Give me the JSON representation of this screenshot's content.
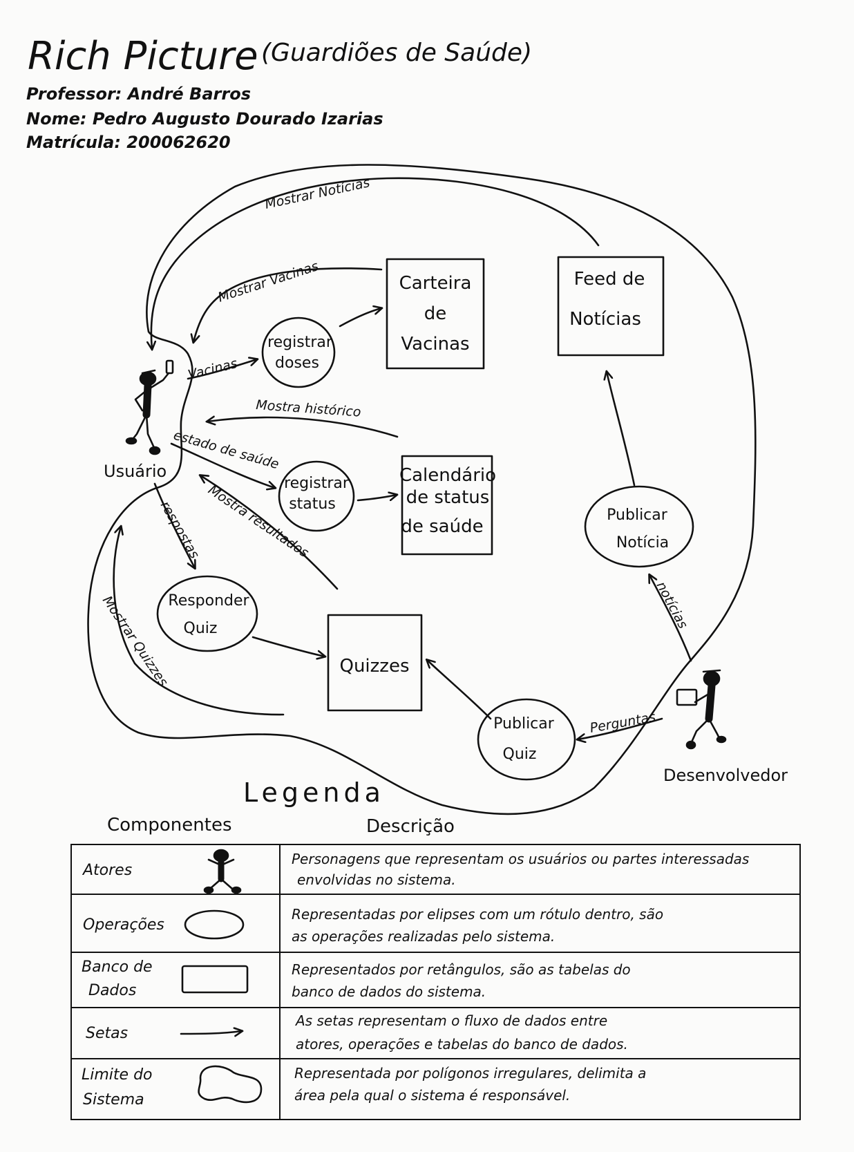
{
  "header": {
    "title": "Rich Picture",
    "subtitle": "(Guardiões de Saúde)",
    "professor": "Professor: André Barros",
    "nome": "Nome: Pedro Augusto Dourado Izarias",
    "matricula": "Matrícula: 200062620"
  },
  "actors": {
    "usuario": "Usuário",
    "desenvolvedor": "Desenvolvedor"
  },
  "databases": {
    "carteira": [
      "Carteira",
      "de",
      "Vacinas"
    ],
    "feed": [
      "Feed de",
      "Notícias"
    ],
    "calendario": [
      "Calendário",
      "de status",
      "de saúde"
    ],
    "quizzes": [
      "Quizzes"
    ]
  },
  "operations": {
    "registrar_doses": [
      "registrar",
      "doses"
    ],
    "registrar_status": [
      "registrar",
      "status"
    ],
    "responder_quiz": [
      "Responder",
      "Quiz"
    ],
    "publicar_noticia": [
      "Publicar",
      "Notícia"
    ],
    "publicar_quiz": [
      "Publicar",
      "Quiz"
    ]
  },
  "flows": {
    "mostrar_noticias": "Mostrar Notícias",
    "mostrar_vacinas": "Mostrar Vacinas",
    "vacinas": "Vacinas",
    "mostra_historico": "Mostra histórico",
    "estado_de_saude": "estado de saúde",
    "mostra_resultados": "Mostra resultados",
    "respostas": "respostas",
    "mostrar_quizzes": "Mostrar Quizzes",
    "noticias": "notícias",
    "perguntas": "Perguntas"
  },
  "legend": {
    "title": "Legenda",
    "col_componentes": "Componentes",
    "col_descricao": "Descrição",
    "rows": [
      {
        "name": "Atores",
        "desc1": "Personagens que representam os usuários ou partes interessadas",
        "desc2": "envolvidas no sistema.",
        "symbol": "actor-icon"
      },
      {
        "name": "Operações",
        "desc1": "Representadas por elipses com um rótulo dentro, são",
        "desc2": "as operações realizadas pelo sistema.",
        "symbol": "ellipse-icon"
      },
      {
        "name1": "Banco de",
        "name2": "Dados",
        "desc1": "Representados por retângulos, são as tabelas do",
        "desc2": "banco de dados do sistema.",
        "symbol": "rectangle-icon"
      },
      {
        "name": "Setas",
        "desc1": "As setas representam o fluxo de dados entre",
        "desc2": "atores, operações e tabelas do banco de dados.",
        "symbol": "arrow-icon"
      },
      {
        "name1": "Limite do",
        "name2": "Sistema",
        "desc1": "Representada por polígonos irregulares, delimita a",
        "desc2": "área pela qual o sistema é responsável.",
        "symbol": "blob-icon"
      }
    ]
  }
}
